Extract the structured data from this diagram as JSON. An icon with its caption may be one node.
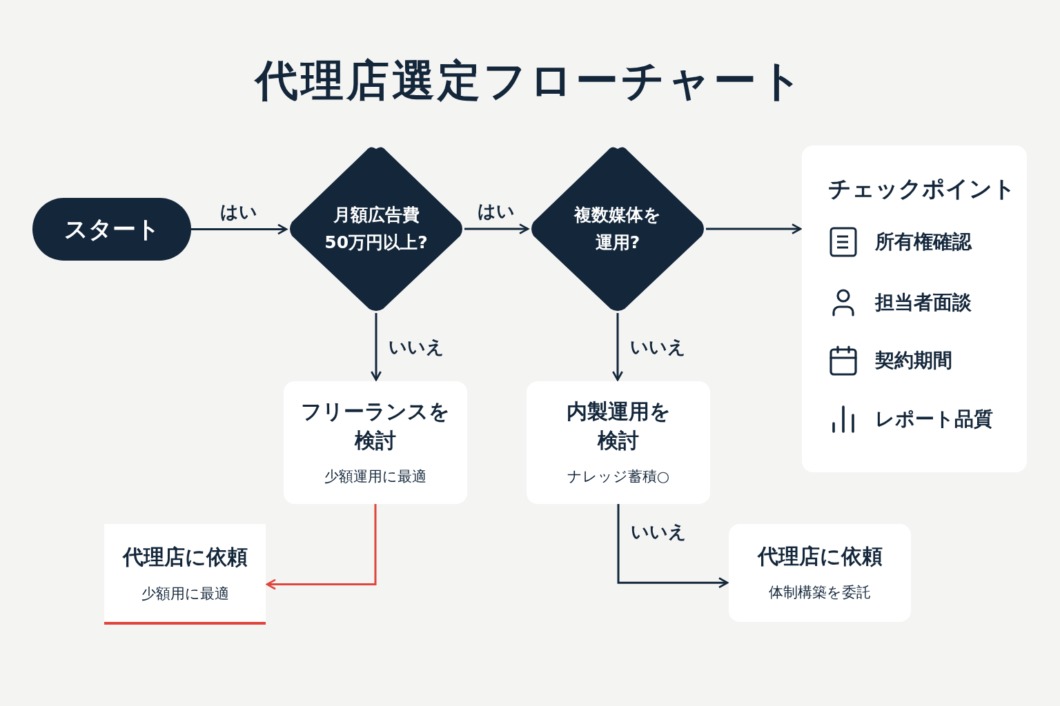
{
  "diagram": {
    "title": "代理店選定フローチャート",
    "nodes": [
      {
        "text": [
          "スタート"
        ]
      },
      {
        "text": [
          "月額広告費 50万円以上?"
        ]
      },
      {
        "text": [
          "複数媒体を運用?"
        ]
      },
      {
        "text": [
          "チェックポイント",
          "所有権確認",
          "担当者面談",
          "契約期間",
          "レポート品質"
        ]
      },
      {
        "text": [
          "フリーランスを検討",
          "少額運用に最適"
        ]
      },
      {
        "text": [
          "内製運用を検討",
          "ナレッジ蓄積○"
        ]
      },
      {
        "text": [
          "代理店に依頼",
          "少額用に最適"
        ]
      },
      {
        "text": [
          "代理店に依頼",
          "体制構築を委託"
        ]
      }
    ],
    "edges": [
      {
        "from": 0,
        "to": 1,
        "arrow": "to",
        "label": "はい"
      },
      {
        "from": 1,
        "to": 2,
        "arrow": "to",
        "label": "はい"
      },
      {
        "from": 2,
        "to": 3,
        "arrow": "to"
      },
      {
        "from": 1,
        "to": 4,
        "arrow": "to",
        "label": "いいえ"
      },
      {
        "from": 2,
        "to": 5,
        "arrow": "to",
        "label": "いいえ"
      },
      {
        "from": 4,
        "to": 6,
        "arrow": "to",
        "color": "#e0453c"
      },
      {
        "from": 5,
        "to": 7,
        "arrow": "to",
        "label": "いいえ"
      }
    ]
  }
}
